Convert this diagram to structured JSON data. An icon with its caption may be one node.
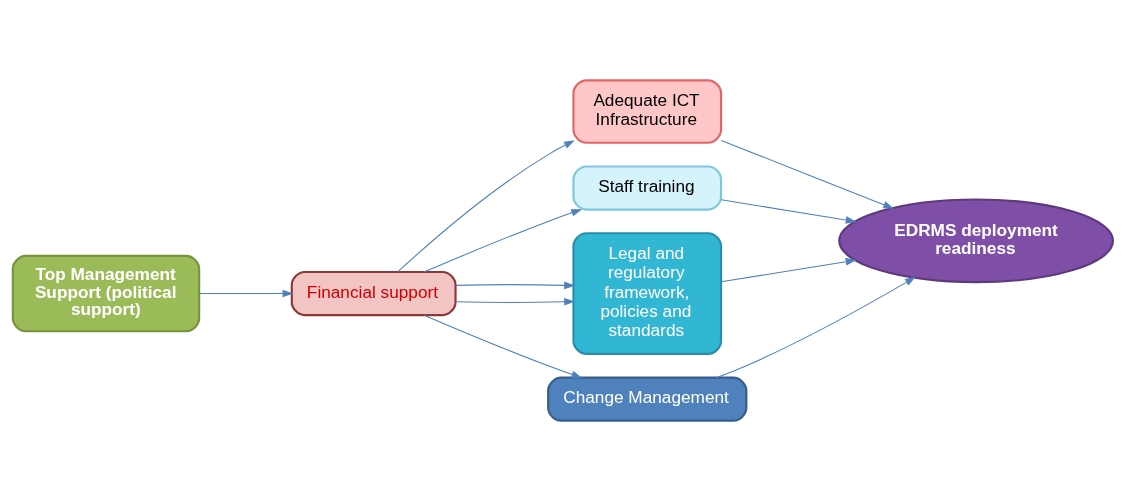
{
  "diagram": {
    "nodes": [
      {
        "text": [
          "Top Management Support (political support)"
        ]
      },
      {
        "text": [
          "Financial support"
        ]
      },
      {
        "text": [
          "Adequate ICT Infrastructure"
        ]
      },
      {
        "text": [
          "Staff training"
        ]
      },
      {
        "text": [
          "Legal and regulatory framework, policies and standards"
        ]
      },
      {
        "text": [
          "Change Management"
        ]
      },
      {
        "text": [
          "EDRMS deployment readiness"
        ]
      }
    ],
    "edges": [
      {
        "from": 0,
        "to": 1,
        "arrow": "to"
      },
      {
        "from": 1,
        "to": 2,
        "arrow": "to"
      },
      {
        "from": 1,
        "to": 3,
        "arrow": "to"
      },
      {
        "from": 1,
        "to": 4,
        "arrow": "to"
      },
      {
        "from": 1,
        "to": 4,
        "arrow": "to"
      },
      {
        "from": 1,
        "to": 5,
        "arrow": "to"
      },
      {
        "from": 2,
        "to": 6,
        "arrow": "to"
      },
      {
        "from": 3,
        "to": 6,
        "arrow": "to"
      },
      {
        "from": 4,
        "to": 6,
        "arrow": "to"
      },
      {
        "from": 5,
        "to": 6,
        "arrow": "to"
      }
    ]
  }
}
